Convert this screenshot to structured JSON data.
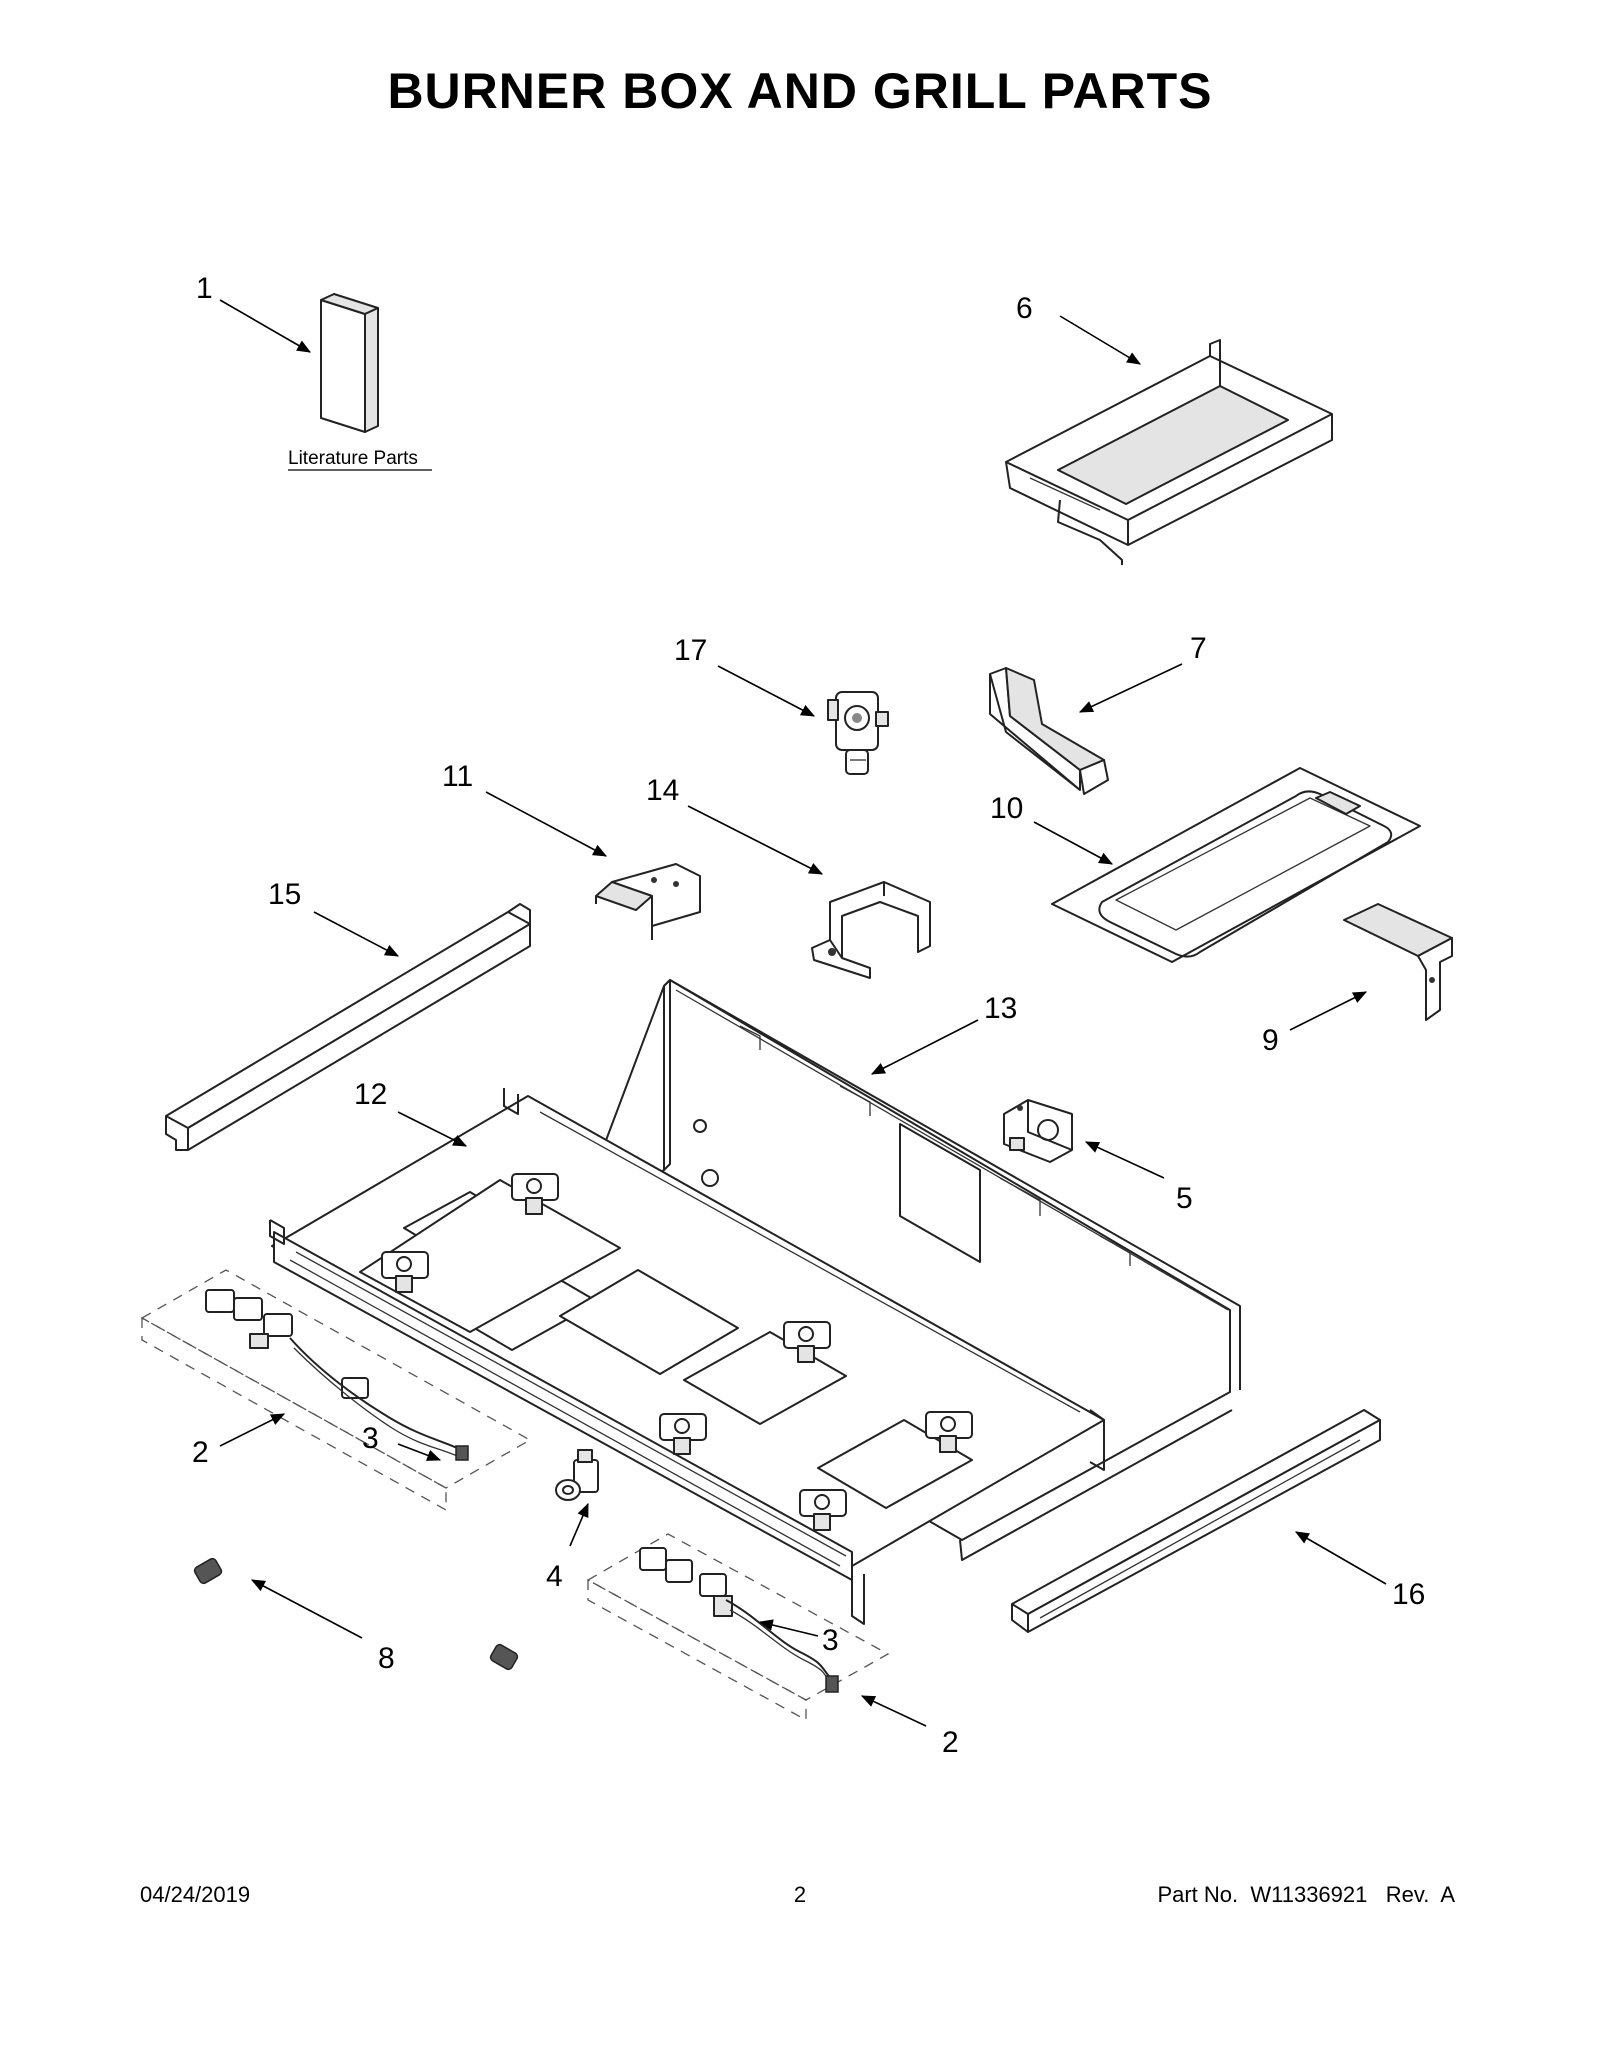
{
  "title": "BURNER BOX AND GRILL PARTS",
  "literature_label": "Literature Parts",
  "callouts": [
    "1",
    "2",
    "2",
    "3",
    "3",
    "4",
    "5",
    "6",
    "7",
    "8",
    "9",
    "10",
    "11",
    "12",
    "13",
    "14",
    "15",
    "16",
    "17"
  ],
  "footer": {
    "date": "04/24/2019",
    "page": "2",
    "part_number": "Part No.  W11336921   Rev.  A"
  }
}
